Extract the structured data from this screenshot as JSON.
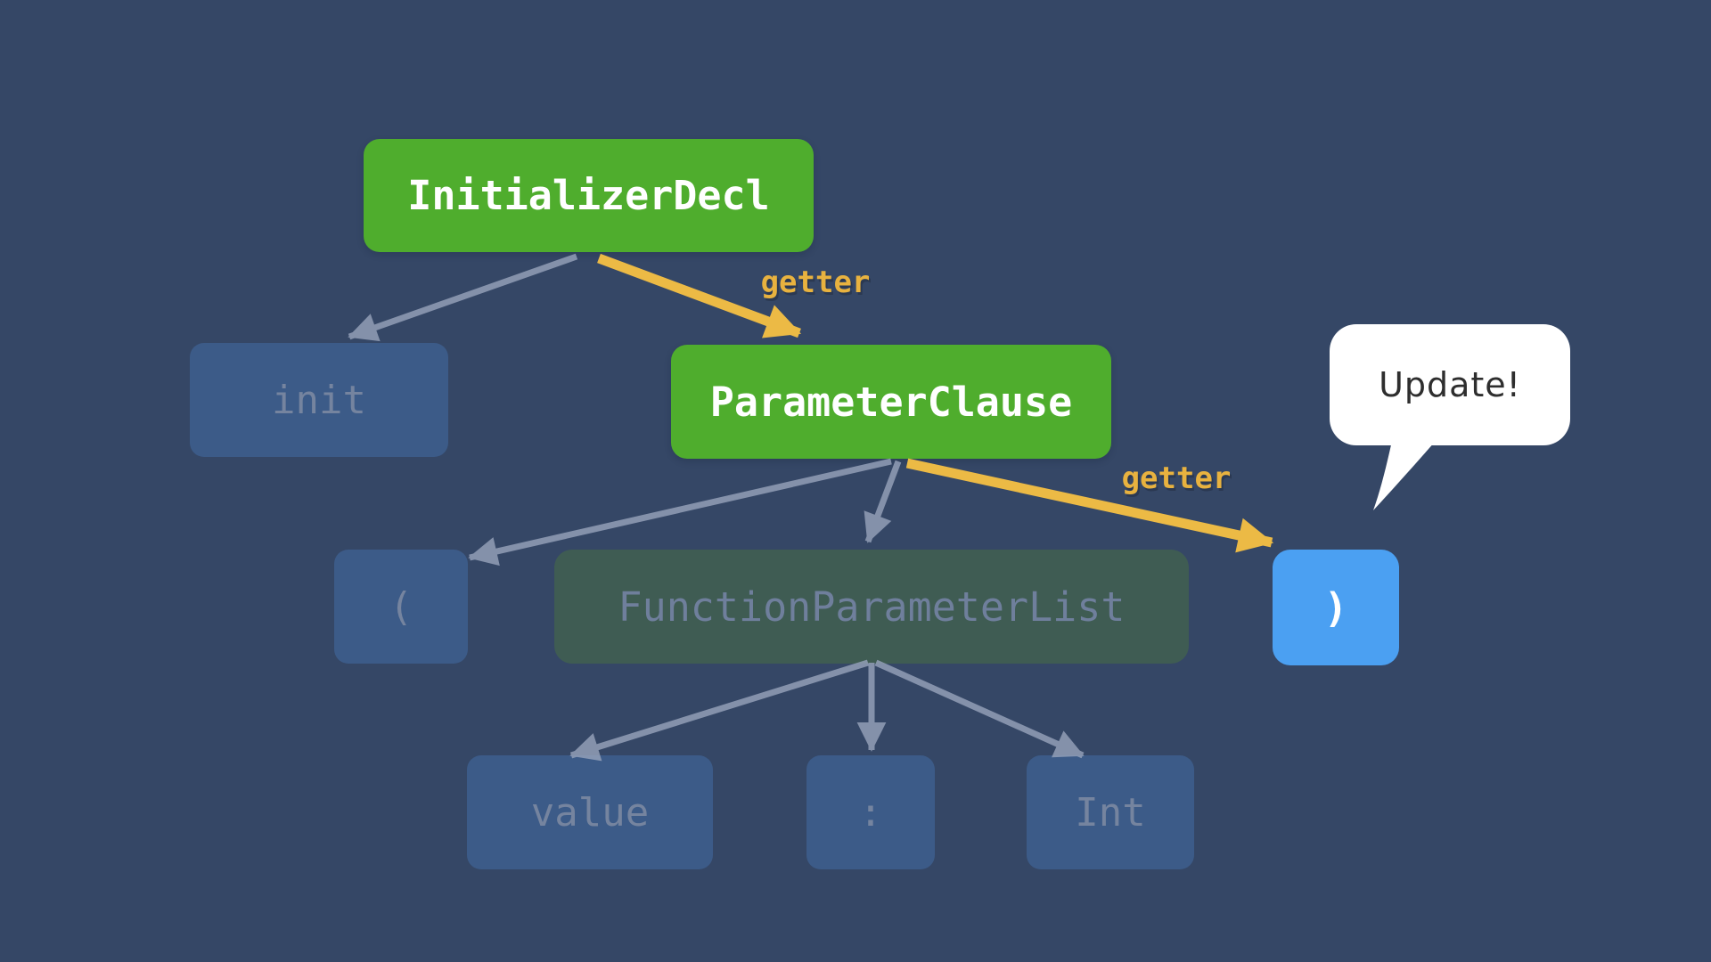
{
  "colors": {
    "background": "#354766",
    "node_active_green": "#4FAD2D",
    "node_highlight_blue": "#4BA0F2",
    "node_dim_blue": "#3C5B88",
    "node_dim_green": "#3F5C53",
    "dim_text": "#75849F",
    "dim_green_text": "#6F7F9C",
    "edge_gray": "#98A4BC",
    "edge_accent_yellow": "#ECBA45",
    "edge_label_yellow": "#E8B23F",
    "callout_bg": "#FFFFFF",
    "callout_text": "#2E2E2E"
  },
  "diagram": {
    "nodes": {
      "initializer_decl": {
        "label": "InitializerDecl",
        "state": "active"
      },
      "init_keyword": {
        "label": "init",
        "state": "dimmed"
      },
      "parameter_clause": {
        "label": "ParameterClause",
        "state": "active"
      },
      "left_paren": {
        "label": "(",
        "state": "dimmed"
      },
      "function_parameter_list": {
        "label": "FunctionParameterList",
        "state": "dimmed-green"
      },
      "right_paren": {
        "label": ")",
        "state": "highlighted"
      },
      "value_identifier": {
        "label": "value",
        "state": "dimmed"
      },
      "colon": {
        "label": ":",
        "state": "dimmed"
      },
      "int_type": {
        "label": "Int",
        "state": "dimmed"
      }
    },
    "edge_labels": {
      "getter_to_parameter_clause": "getter",
      "getter_to_right_paren": "getter"
    },
    "callout": {
      "text": "Update!"
    }
  }
}
